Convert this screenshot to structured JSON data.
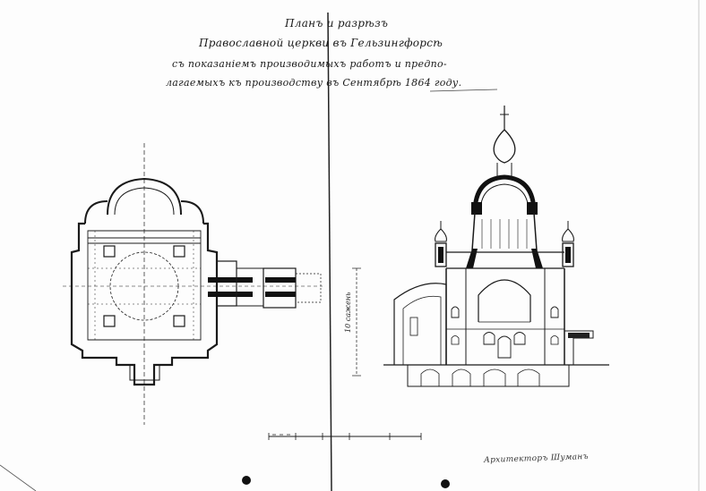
{
  "document": {
    "type": "architectural drawing",
    "title_lines": [
      "Планъ и разрѣзъ",
      "Православной церкви въ Гельзингфорсѣ",
      "съ показаніемъ производимыхъ работъ и предпо-",
      "лагаемыхъ къ производству въ Сентябрѣ 1864 году."
    ],
    "height_annotation": "10 сажень",
    "signature": "Архитекторъ Шуманъ"
  },
  "colors": {
    "ink": "#1a1a1a",
    "paper": "#fdfdfd",
    "fill": "#111111"
  }
}
